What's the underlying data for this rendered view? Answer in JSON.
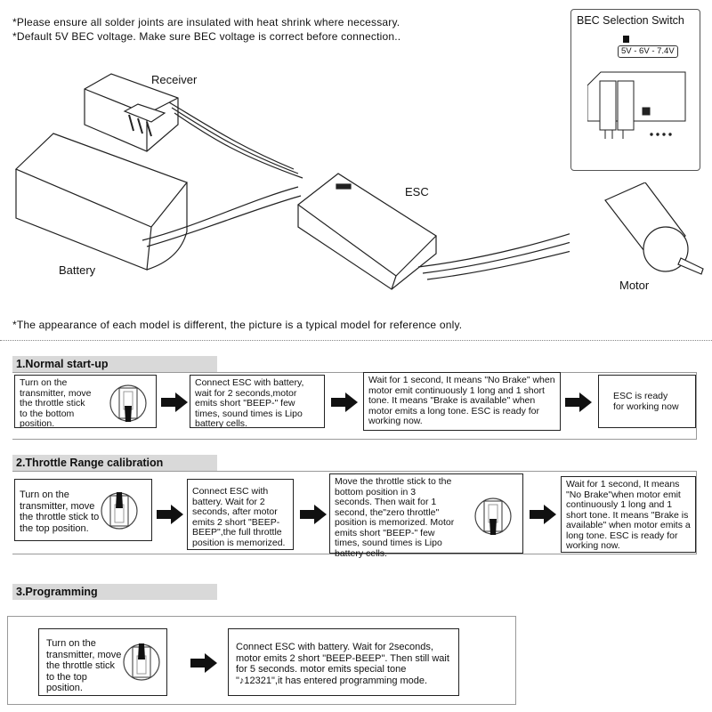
{
  "notes": {
    "note1": "*Please ensure all solder joints are insulated with heat shrink where necessary.",
    "note2": "*Default 5V BEC voltage. Make sure BEC voltage is correct before connection..",
    "appearance": "*The appearance of each model is different, the picture is a typical model for reference only."
  },
  "diagram": {
    "receiver": "Receiver",
    "battery": "Battery",
    "esc": "ESC",
    "motor": "Motor"
  },
  "bec": {
    "title": "BEC Selection Switch",
    "range": "5V - 6V - 7.4V"
  },
  "sections": {
    "s1": {
      "title": "1.Normal start-up",
      "step1": "Turn on the transmitter, move the throttle stick to the bottom position.",
      "step2": "Connect ESC with battery, wait for 2 seconds,motor emits short \"BEEP-\" few times, sound times is Lipo battery cells.",
      "step3": "Wait for 1 second, It means \"No Brake\" when motor emit continuously 1 long and 1 short tone. It means \"Brake is available\" when motor emits a long tone. ESC is ready for working now.",
      "step4": "ESC is ready for working now"
    },
    "s2": {
      "title": "2.Throttle Range calibration",
      "step1": "Turn on the transmitter, move the throttle stick to the top position.",
      "step2": "Connect ESC with battery. Wait for 2 seconds, after motor emits 2 short \"BEEP-BEEP\",the full throttle position is memorized.",
      "step3": "Move the throttle stick to the bottom position in 3 seconds. Then wait for 1 second, the\"zero throttle\" position is memorized. Motor emits short \"BEEP-\" few times, sound times is Lipo battery cells.",
      "step4": "Wait for 1 second, It means \"No Brake\"when motor emit continuously 1 long and 1 short tone. It means \"Brake is available\" when motor emits a long tone. ESC is ready for working now."
    },
    "s3": {
      "title": "3.Programming",
      "step1": "Turn on the transmitter, move the throttle stick to the top position.",
      "step2": "Connect ESC with battery. Wait for 2seconds, motor emits 2 short \"BEEP-BEEP\". Then still wait for 5 seconds. motor emits special tone \"♪12321\",it has entered programming mode."
    }
  },
  "icons": {
    "arrow": "right-arrow-icon",
    "stick_bottom": "throttle-stick-bottom-icon",
    "stick_top": "throttle-stick-top-icon"
  }
}
